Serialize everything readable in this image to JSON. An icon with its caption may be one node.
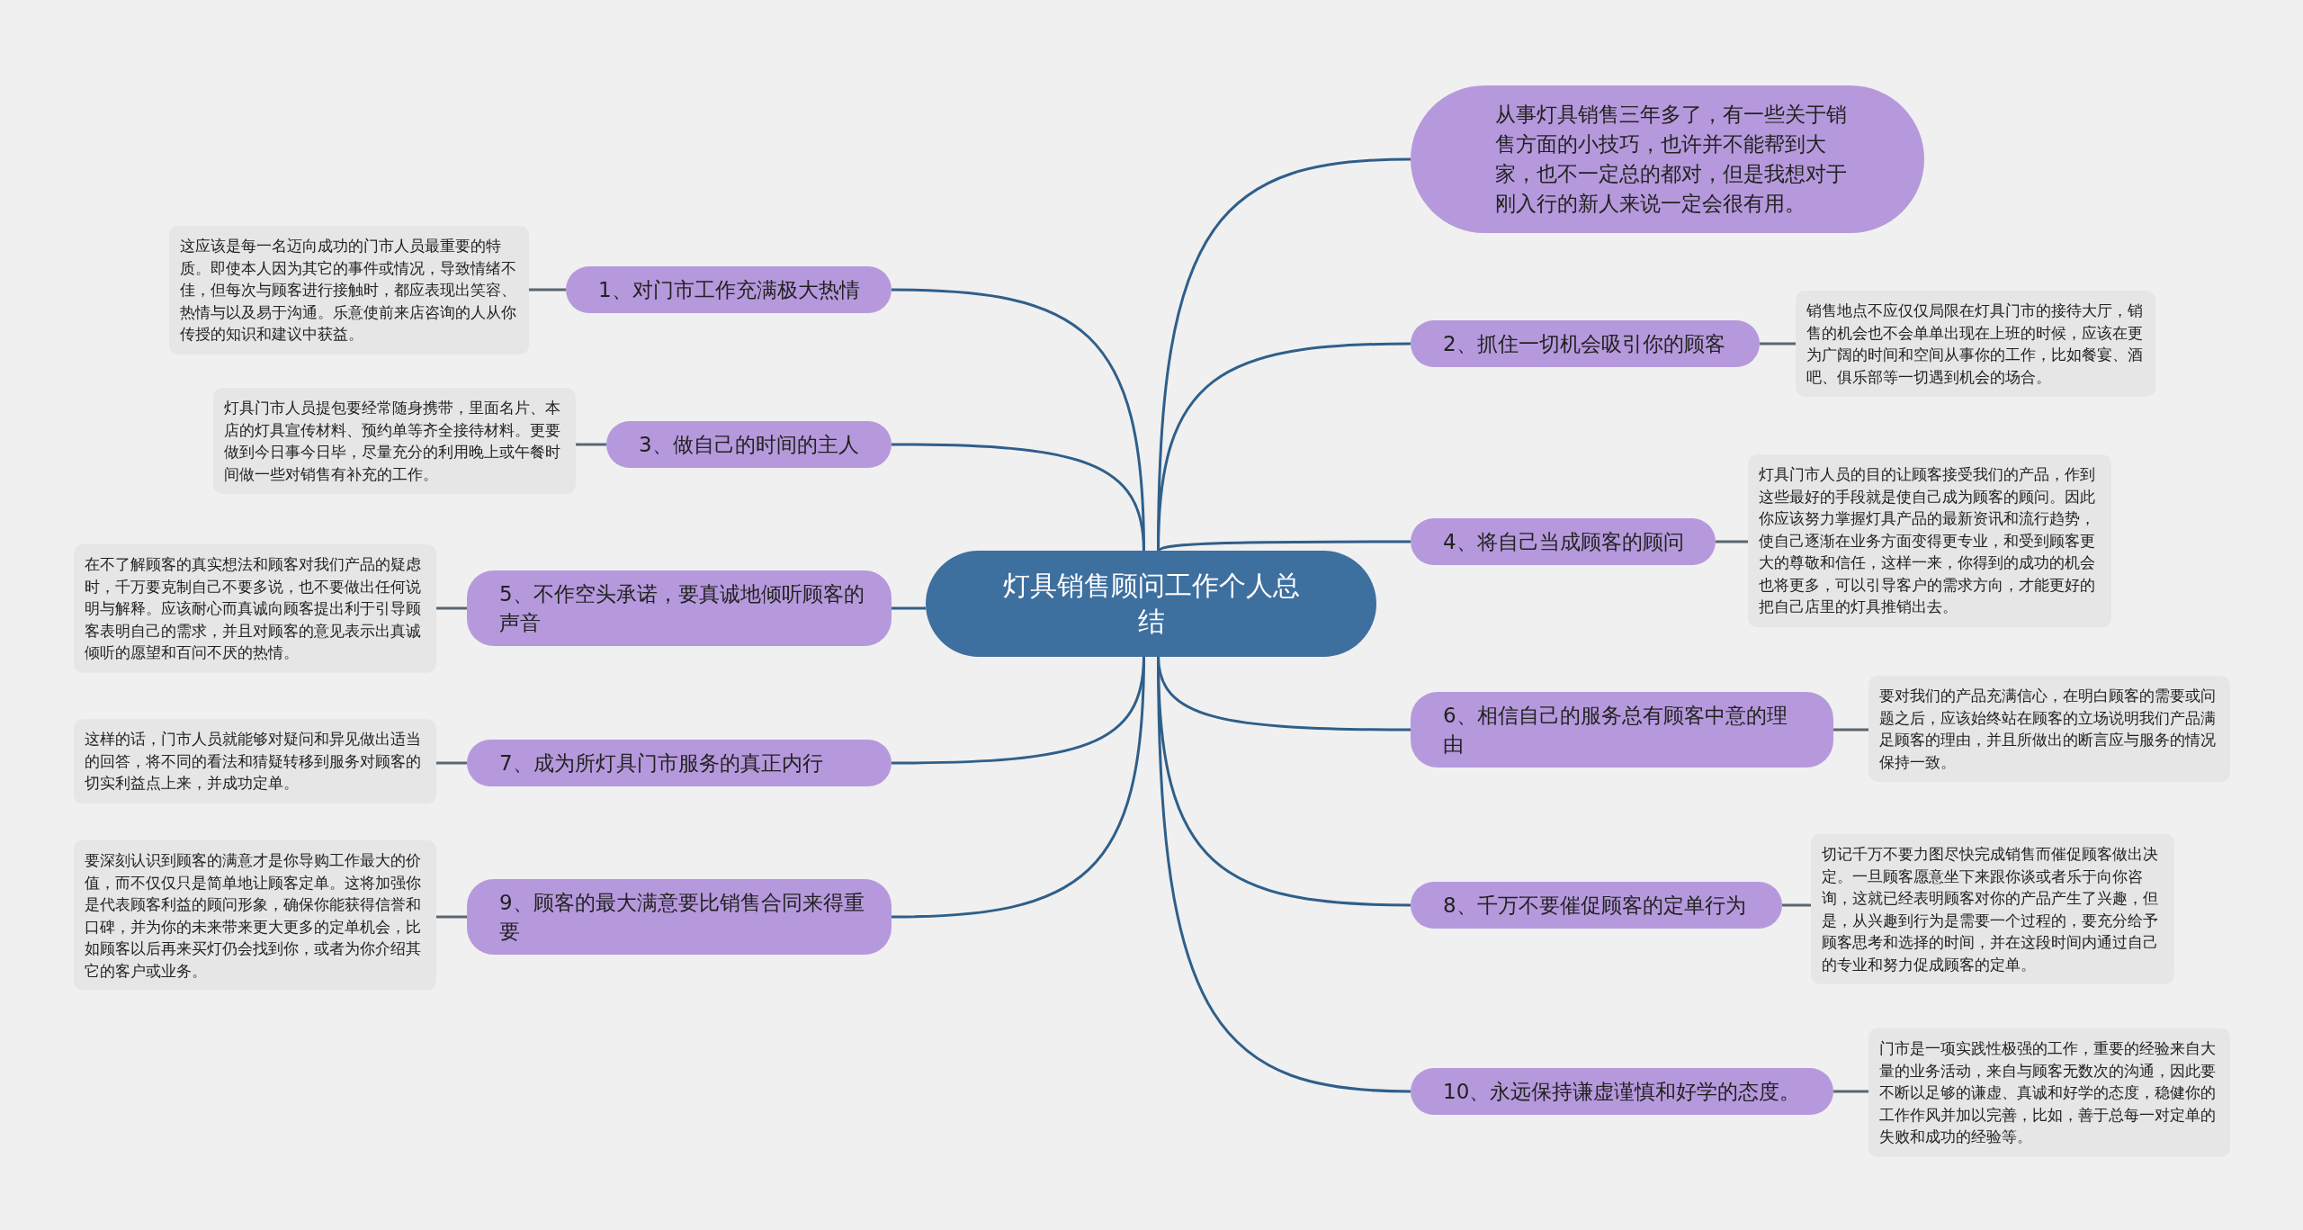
{
  "diagram": {
    "nodes": [
      {
        "text": [
          "灯具销售顾问工作个人总结"
        ]
      },
      {
        "text": [
          "从事灯具销售三年多了，有一些关于销售方面的小技巧，也许并不能帮到大家，也不一定总的都对，但是我想对于刚入行的新人来说一定会很有用。"
        ]
      },
      {
        "text": [
          "1、对门市工作充满极大热情"
        ]
      },
      {
        "text": [
          "这应该是每一名迈向成功的门市人员最重要的特质。即使本人因为其它的事件或情况，导致情绪不佳，但每次与顾客进行接触时，都应表现出笑容、热情与以及易于沟通。乐意使前来店咨询的人从你传授的知识和建议中获益。"
        ]
      },
      {
        "text": [
          "2、抓住一切机会吸引你的顾客"
        ]
      },
      {
        "text": [
          "销售地点不应仅仅局限在灯具门市的接待大厅，销售的机会也不会单单出现在上班的时候，应该在更为广阔的时间和空间从事你的工作，比如餐宴、酒吧、俱乐部等一切遇到机会的场合。"
        ]
      },
      {
        "text": [
          "3、做自己的时间的主人"
        ]
      },
      {
        "text": [
          "灯具门市人员提包要经常随身携带，里面名片、本店的灯具宣传材料、预约单等齐全接待材料。更要做到今日事今日毕，尽量充分的利用晚上或午餐时间做一些对销售有补充的工作。"
        ]
      },
      {
        "text": [
          "4、将自己当成顾客的顾问"
        ]
      },
      {
        "text": [
          "灯具门市人员的目的让顾客接受我们的产品，作到这些最好的手段就是使自己成为顾客的顾问。因此你应该努力掌握灯具产品的最新资讯和流行趋势，使自己逐渐在业务方面变得更专业，和受到顾客更大的尊敬和信任，这样一来，你得到的成功的机会也将更多，可以引导客户的需求方向，才能更好的把自己店里的灯具推销出去。"
        ]
      },
      {
        "text": [
          "5、不作空头承诺，要真诚地倾听顾客的声音"
        ]
      },
      {
        "text": [
          "在不了解顾客的真实想法和顾客对我们产品的疑虑时，千万要克制自己不要多说，也不要做出任何说明与解释。应该耐心而真诚向顾客提出利于引导顾客表明自己的需求，并且对顾客的意见表示出真诚倾听的愿望和百问不厌的热情。"
        ]
      },
      {
        "text": [
          "6、相信自己的服务总有顾客中意的理由"
        ]
      },
      {
        "text": [
          "要对我们的产品充满信心，在明白顾客的需要或问题之后，应该始终站在顾客的立场说明我们产品满足顾客的理由，并且所做出的断言应与服务的情况保持一致。"
        ]
      },
      {
        "text": [
          "7、成为所灯具门市服务的真正内行"
        ]
      },
      {
        "text": [
          "这样的话，门市人员就能够对疑问和异见做出适当的回答，将不同的看法和猜疑转移到服务对顾客的切实利益点上来，并成功定单。"
        ]
      },
      {
        "text": [
          "8、千万不要催促顾客的定单行为"
        ]
      },
      {
        "text": [
          "切记千万不要力图尽快完成销售而催促顾客做出决定。一旦顾客愿意坐下来跟你谈或者乐于向你咨询，这就已经表明顾客对你的产品产生了兴趣，但是，从兴趣到行为是需要一个过程的，要充分给予顾客思考和选择的时间，并在这段时间内通过自己的专业和努力促成顾客的定单。"
        ]
      },
      {
        "text": [
          "9、顾客的最大满意要比销售合同来得重要"
        ]
      },
      {
        "text": [
          "要深刻认识到顾客的满意才是你导购工作最大的价值，而不仅仅只是简单地让顾客定单。这将加强你是代表顾客利益的顾问形象，确保你能获得信誉和口碑，并为你的未来带来更大更多的定单机会，比如顾客以后再来买灯仍会找到你，或者为你介绍其它的客户或业务。"
        ]
      },
      {
        "text": [
          "10、永远保持谦虚谨慎和好学的态度。"
        ]
      },
      {
        "text": [
          "门市是一项实践性极强的工作，重要的经验来自大量的业务活动，来自与顾客无数次的沟通，因此要不断以足够的谦虚、真诚和好学的态度，稳健你的工作作风并加以完善，比如，善于总每一对定单的失败和成功的经验等。"
        ]
      }
    ],
    "edges": [
      {
        "from": 0,
        "to": 1,
        "arrow": "none"
      },
      {
        "from": 0,
        "to": 2,
        "arrow": "none"
      },
      {
        "from": 2,
        "to": 3,
        "arrow": "none",
        "color": "#5a6670"
      },
      {
        "from": 0,
        "to": 4,
        "arrow": "none"
      },
      {
        "from": 4,
        "to": 5,
        "arrow": "none",
        "color": "#5a6670"
      },
      {
        "from": 0,
        "to": 6,
        "arrow": "none"
      },
      {
        "from": 6,
        "to": 7,
        "arrow": "none",
        "color": "#5a6670"
      },
      {
        "from": 0,
        "to": 8,
        "arrow": "none"
      },
      {
        "from": 8,
        "to": 9,
        "arrow": "none",
        "color": "#5a6670"
      },
      {
        "from": 0,
        "to": 10,
        "arrow": "none"
      },
      {
        "from": 10,
        "to": 11,
        "arrow": "none",
        "color": "#5a6670"
      },
      {
        "from": 0,
        "to": 12,
        "arrow": "none"
      },
      {
        "from": 12,
        "to": 13,
        "arrow": "none",
        "color": "#5a6670"
      },
      {
        "from": 0,
        "to": 14,
        "arrow": "none"
      },
      {
        "from": 14,
        "to": 15,
        "arrow": "none",
        "color": "#5a6670"
      },
      {
        "from": 0,
        "to": 16,
        "arrow": "none"
      },
      {
        "from": 16,
        "to": 17,
        "arrow": "none",
        "color": "#5a6670"
      },
      {
        "from": 0,
        "to": 18,
        "arrow": "none"
      },
      {
        "from": 18,
        "to": 19,
        "arrow": "none",
        "color": "#5a6670"
      },
      {
        "from": 0,
        "to": 20,
        "arrow": "none"
      },
      {
        "from": 20,
        "to": 21,
        "arrow": "none",
        "color": "#5a6670"
      }
    ]
  }
}
